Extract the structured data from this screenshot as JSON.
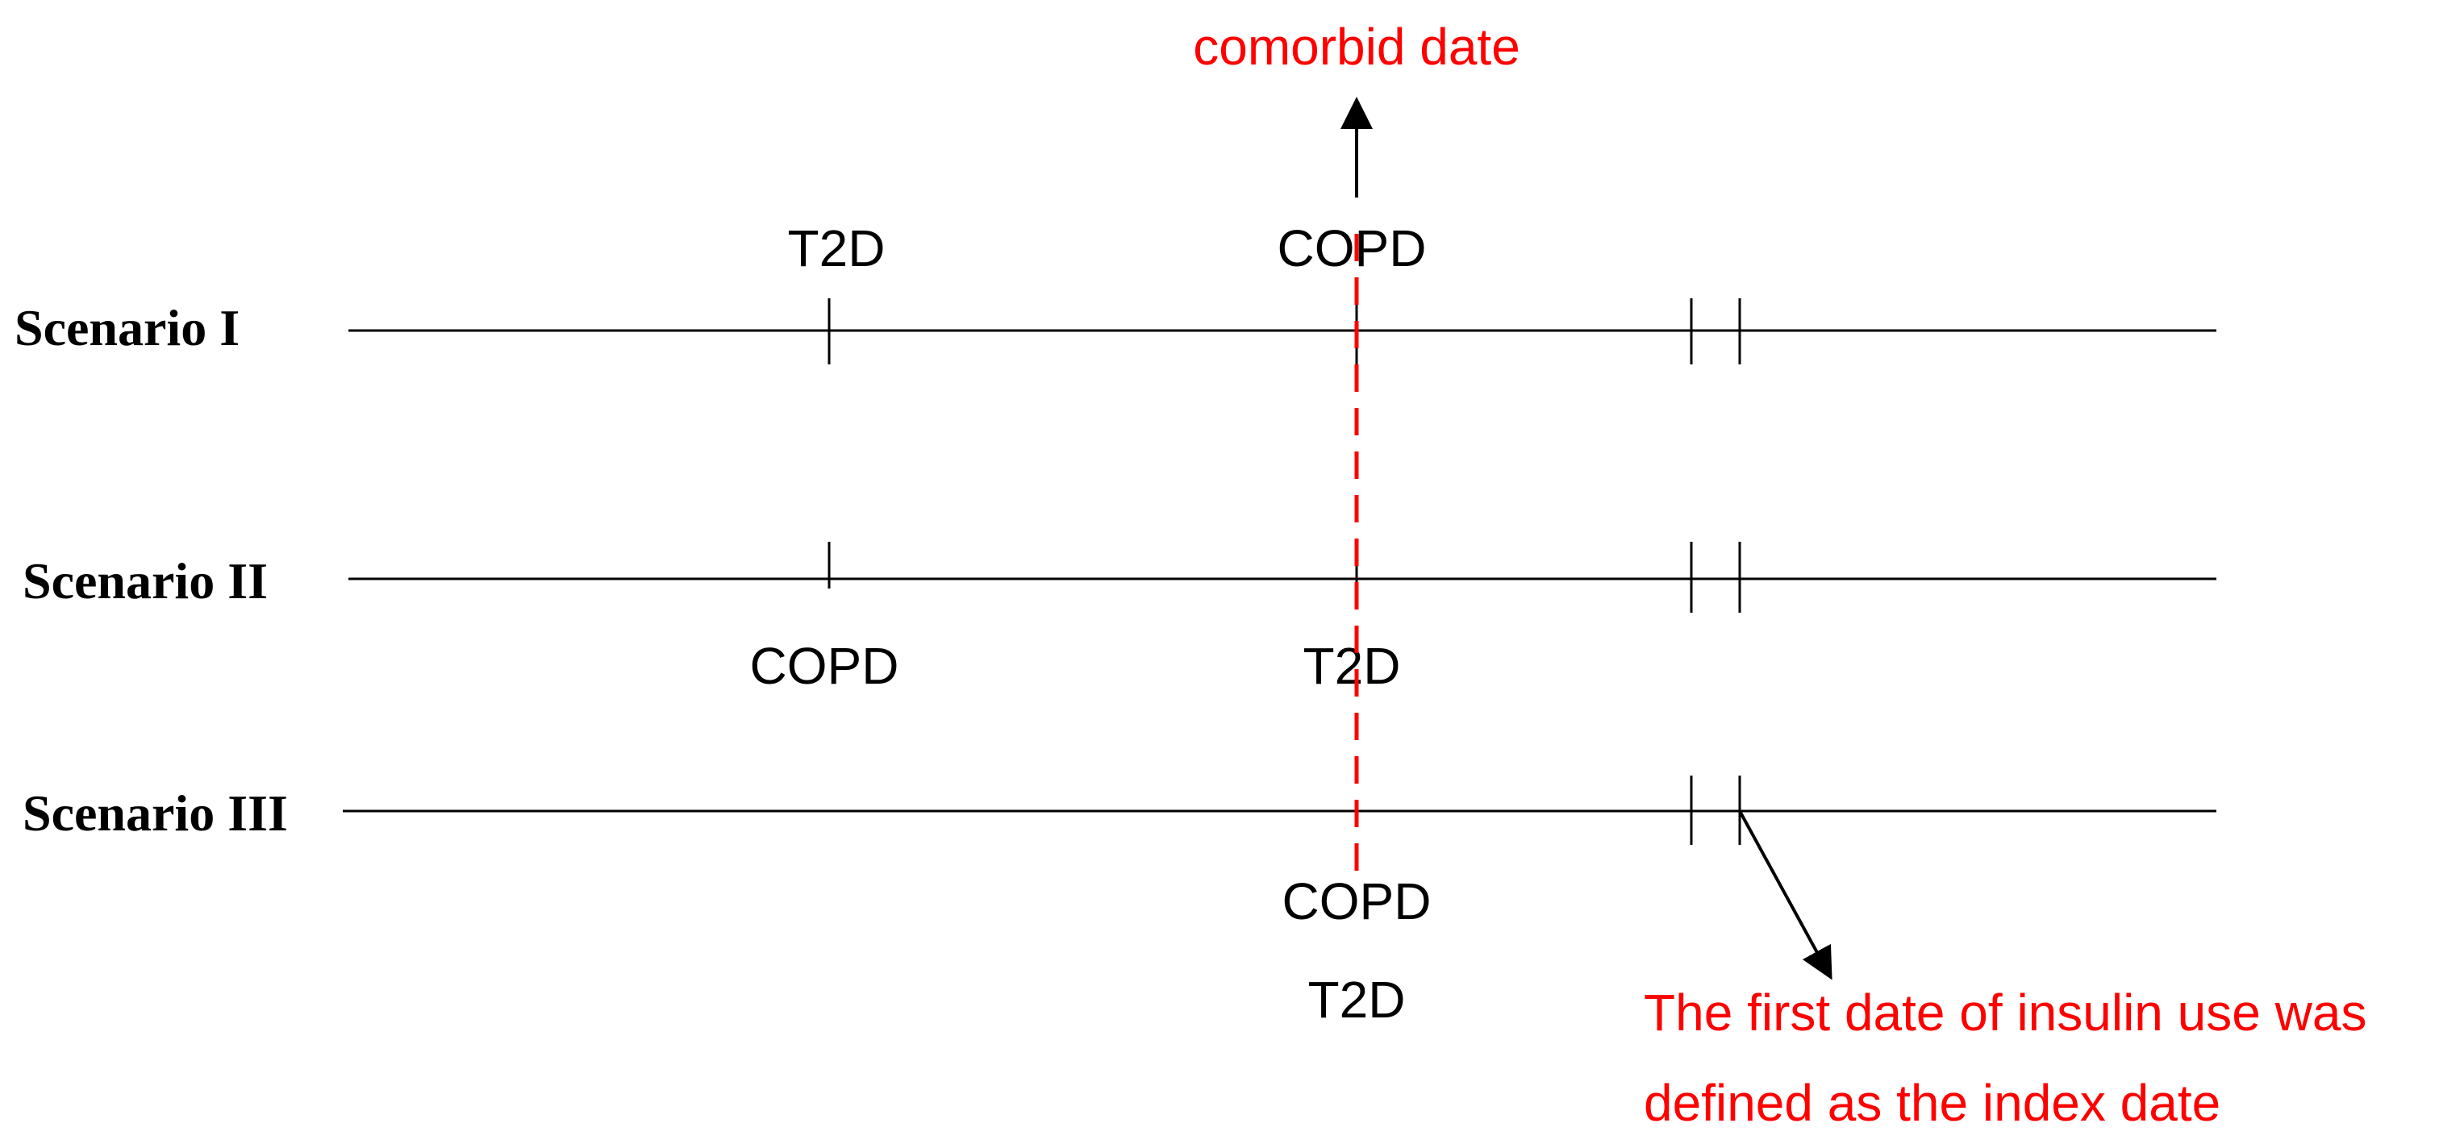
{
  "colors": {
    "accent_red": "#ff0000",
    "line": "#000000",
    "background": "#ffffff"
  },
  "annotations": {
    "comorbid_date": "comorbid date",
    "index_date_line1": "The first date of insulin use was",
    "index_date_line2": "defined as the index date"
  },
  "scenarios": [
    {
      "label": "Scenario I",
      "event_at_first_tick": "T2D",
      "event_at_comorbid": "COPD"
    },
    {
      "label": "Scenario II",
      "event_at_first_tick": "COPD",
      "event_at_comorbid": "T2D"
    },
    {
      "label": "Scenario III",
      "event_at_comorbid_1": "COPD",
      "event_at_comorbid_2": "T2D"
    }
  ]
}
